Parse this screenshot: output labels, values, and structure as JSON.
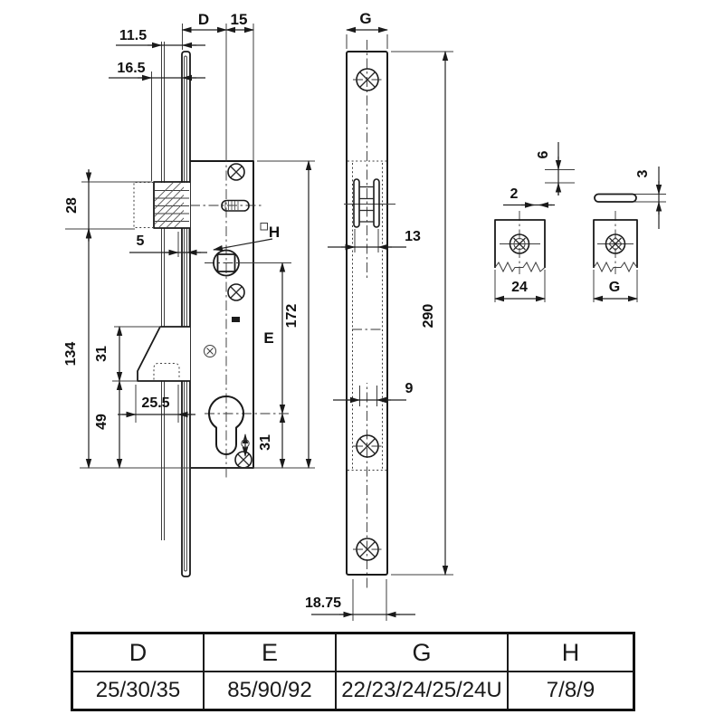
{
  "side_view": {
    "dim_width_11_5": "11.5",
    "dim_width_16_5": "16.5",
    "dim_backset": "D",
    "dim_case_depth": "15",
    "dim_latch_height": "28",
    "dim_gap_5": "5",
    "dim_body_134": "134",
    "dim_hook_31": "31",
    "dim_hook_width_25_5": "25.5",
    "dim_lower_49": "49",
    "follower_label": "H",
    "dim_centers": "E",
    "dim_case_height": "172",
    "dim_cyl_31": "31"
  },
  "front_view": {
    "dim_plate_width": "G",
    "dim_latch_width_13": "13",
    "dim_bolt_width_9": "9",
    "dim_plate_height": "290",
    "dim_offset_18_75": "18.75"
  },
  "hook_keeper": {
    "dim_thickness_2": "2",
    "dim_height_6": "6",
    "dim_plate_width_24": "24"
  },
  "flat_keeper": {
    "dim_thickness_3": "3",
    "dim_plate_width_g": "G"
  },
  "spec_table": {
    "headers": [
      "D",
      "E",
      "G",
      "H"
    ],
    "values": [
      "25/30/35",
      "85/90/92",
      "22/23/24/25/24U",
      "7/8/9"
    ]
  }
}
